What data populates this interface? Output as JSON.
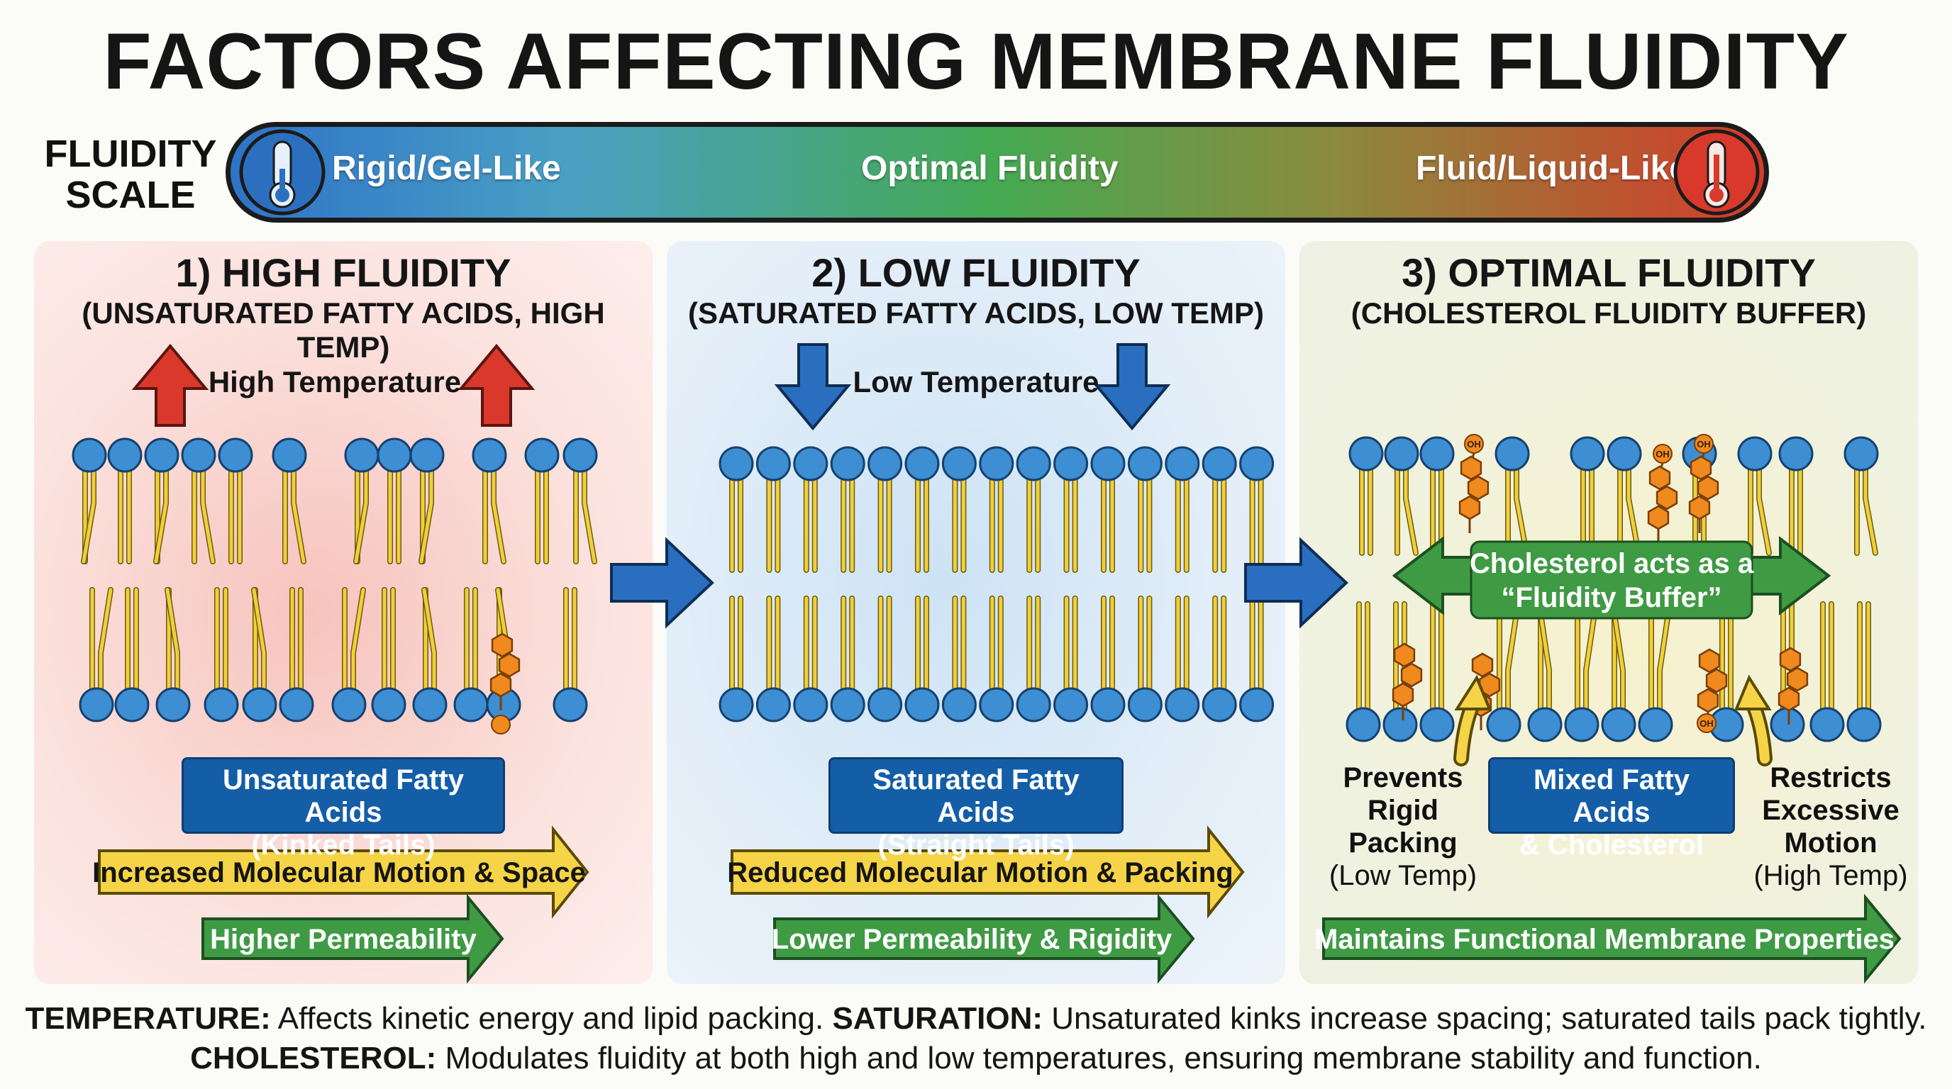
{
  "title": "FACTORS AFFECTING MEMBRANE FLUIDITY",
  "scale": {
    "label_line1": "FLUIDITY",
    "label_line2": "SCALE",
    "left": "Rigid/Gel-Like",
    "middle": "Optimal Fluidity",
    "right": "Fluid/Liquid-Like",
    "left_icon": "thermometer-cold-icon",
    "right_icon": "thermometer-hot-icon"
  },
  "panels": [
    {
      "title": "1) HIGH FLUIDITY",
      "subtitle": "(UNSATURATED FATTY ACIDS, HIGH TEMP)",
      "temperature_label": "High Temperature",
      "box_line1": "Unsaturated Fatty Acids",
      "box_line2": "(Kinked Tails)",
      "arrow1": "Increased Molecular Motion & Space",
      "arrow2": "Higher Permeability"
    },
    {
      "title": "2) LOW FLUIDITY",
      "subtitle": "(SATURATED FATTY ACIDS, LOW TEMP)",
      "temperature_label": "Low Temperature",
      "box_line1": "Saturated Fatty Acids",
      "box_line2": "(Straight Tails)",
      "arrow1": "Reduced Molecular Motion & Packing",
      "arrow2": "Lower Permeability & Rigidity"
    },
    {
      "title": "3) OPTIMAL FLUIDITY",
      "subtitle": "(CHOLESTEROL FLUIDITY BUFFER)",
      "buffer_line1": "Cholesterol acts as a",
      "buffer_line2": "“Fluidity Buffer”",
      "box_line1": "Mixed Fatty Acids",
      "box_line2": "& Cholesterol",
      "left_note": [
        "Prevents",
        "Rigid",
        "Packing",
        "(Low Temp)"
      ],
      "right_note": [
        "Restricts",
        "Excessive",
        "Motion",
        "(High Temp)"
      ],
      "oh_label": "OH",
      "arrow1": "Maintains Functional Membrane Properties"
    }
  ],
  "footer": {
    "line1_term1": "TEMPERATURE:",
    "line1_text1": " Affects kinetic energy and lipid packing. ",
    "line1_term2": "SATURATION:",
    "line1_text2": " Unsaturated kinks increase spacing; saturated tails pack tightly.",
    "line2_term": "CHOLESTEROL:",
    "line2_text": " Modulates fluidity at both high and low temperatures, ensuring membrane stability and function."
  },
  "colors": {
    "head": "#3d8ed3",
    "tail": "#f0cf3a",
    "cholesterol": "#f08a1e",
    "blue_box": "#145ea8",
    "yellow_arrow": "#f6d447",
    "green_arrow": "#3f9a44",
    "red_arrow": "#d9382a",
    "blue_arrow": "#2a6fbf"
  }
}
